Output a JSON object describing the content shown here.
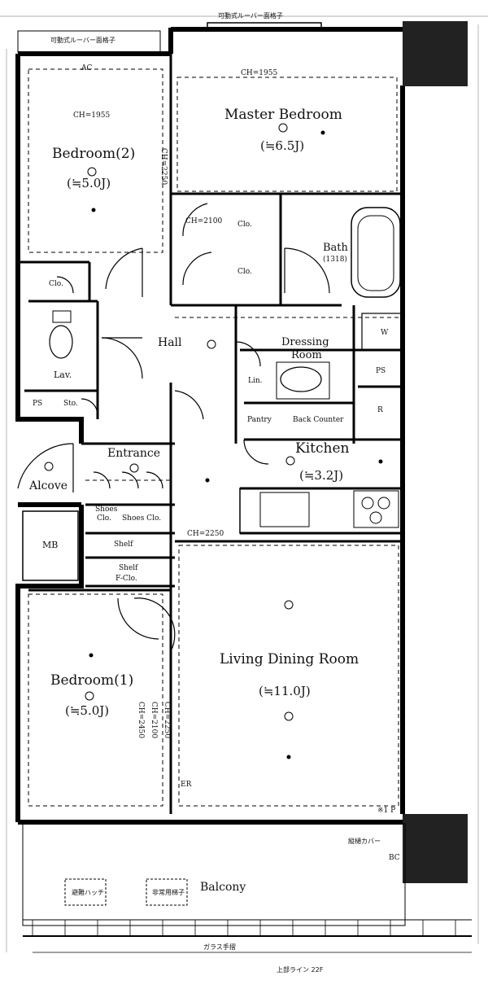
{
  "plan": {
    "top_rail_note": "可動式ルーバー面格子",
    "top_left_note": "可動式ルーバー面格子",
    "master_bedroom": {
      "name": "Master Bedroom",
      "area": "(≒6.5J)",
      "ch": "CH=1955"
    },
    "bedroom2": {
      "name": "Bedroom(2)",
      "area": "(≒5.0J)",
      "ch": "CH=1955"
    },
    "bedroom1": {
      "name": "Bedroom(1)",
      "area": "(≒5.0J)"
    },
    "living": {
      "name": "Living Dining Room",
      "area": "(≒11.0J)"
    },
    "kitchen": {
      "name": "Kitchen",
      "area": "(≒3.2J)",
      "ch": "CH=2250"
    },
    "bath": {
      "name": "Bath",
      "size": "(1318)"
    },
    "dressing": {
      "name": "Dressing",
      "name2": "Room"
    },
    "hall": "Hall",
    "entrance": "Entrance",
    "alcove": "Alcove",
    "lav": "Lav.",
    "mb": "MB",
    "ps_left": "PS",
    "ps_right": "PS",
    "sto": "Sto.",
    "clo_left": "Clo.",
    "clo_master1": "Clo.",
    "clo_master2": "Clo.",
    "lin": "Lin.",
    "w": "W",
    "r": "R",
    "pantry": "Pantry",
    "back_counter": "Back Counter",
    "shoes_clo": [
      "Shoes",
      "Clo."
    ],
    "shoes_clo2": "Shoes Clo.",
    "shelf1": "Shelf",
    "shelf2": "Shelf",
    "fclo": "F-Clo.",
    "ch_master_clo": "CH=2100",
    "ch_bed2_side": "CH=2250",
    "balcony": "Balcony",
    "balcony_note1": "避難ハッチ",
    "balcony_note2": "非常用梯子",
    "drain_note": "縦樋カバー",
    "railing_note": "ガラス手摺",
    "bottom_note": "上部ライン 22F",
    "er": "ER",
    "kaiso": "※1 P",
    "bc": "BC",
    "bedroom1_notes": [
      "CH=2450",
      "CH=2100",
      "CH=2250"
    ],
    "acs": "AC"
  }
}
